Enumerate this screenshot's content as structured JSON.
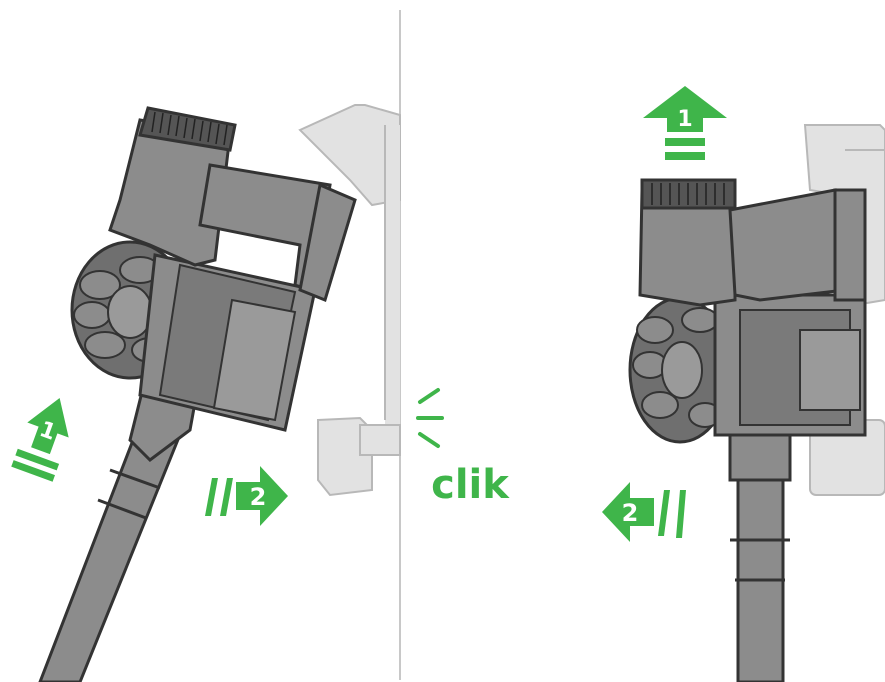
{
  "panels": [
    {
      "id": "left",
      "steps": [
        {
          "number": "1",
          "direction": "up"
        },
        {
          "number": "2",
          "direction": "right"
        }
      ]
    },
    {
      "id": "right",
      "steps": [
        {
          "number": "1",
          "direction": "up"
        },
        {
          "number": "2",
          "direction": "left"
        }
      ]
    }
  ],
  "sound_label": "clik",
  "colors": {
    "accent": "#3fb54a",
    "body": "#8c8c8c",
    "body_dark": "#555555",
    "outline": "#333333",
    "dock": "#e2e2e2",
    "dock_outline": "#b8b8b8",
    "divider": "#c8c8c8"
  }
}
